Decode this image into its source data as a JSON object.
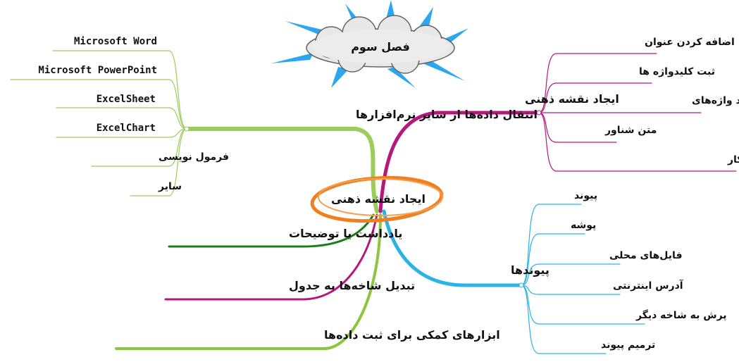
{
  "title": "فصل سوم",
  "center": "ایجاد نقشه ذهنی",
  "branches": {
    "create": {
      "label": "ایجاد نقشه ذهنی",
      "color": "#b5177f",
      "items": [
        "اضافه کردن عنوان",
        "ثبت کلیدواژه ها",
        "ثبت دسته‌ای کلید واژه‌های",
        "متن شناور",
        "وارد کردن داده‌ها به صورت خودکار"
      ]
    },
    "transfer": {
      "label": "انتقال داده‌ها از سایر نرم‌افزارها",
      "color": "#9ccc5a",
      "items": [
        "Microsoft Word",
        "Microsoft PowerPoint",
        "ExcelSheet",
        "ExcelChart",
        "فرمول نویسی",
        "سایر"
      ]
    },
    "links": {
      "label": "پیوندها",
      "color": "#2bb3e6",
      "items": [
        "پیوند",
        "پوشه",
        "فایل‌های محلی",
        "آدرس اینترنتی",
        "پرش به شاخه دیگر",
        "ترمیم پیوند"
      ]
    },
    "notes": {
      "label": "یادداشت یا توضیحات",
      "color": "#1a7d1a"
    },
    "table": {
      "label": "تبدیل شاخه‌ها به جدول",
      "color": "#b5177f"
    },
    "tools": {
      "label": "ابزارهای کمکی برای ثبت داده‌ها",
      "color": "#8cc63f"
    }
  }
}
